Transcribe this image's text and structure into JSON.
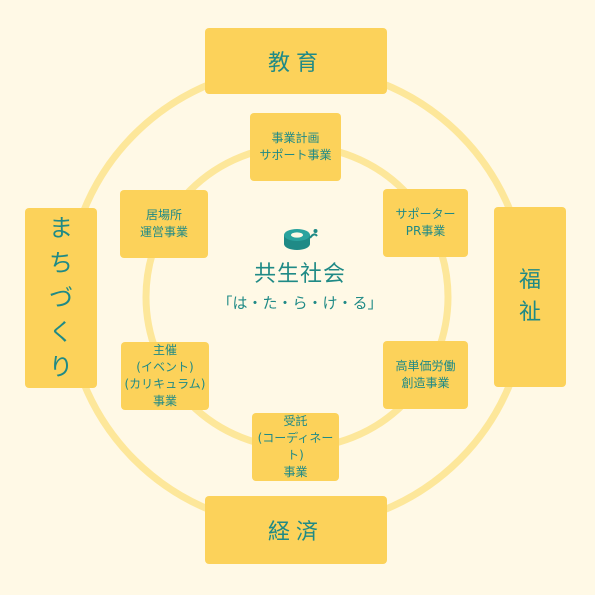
{
  "colors": {
    "background": "#fff9e6",
    "ring": "#fde79a",
    "box": "#fcd25a",
    "text": "#1f8a86"
  },
  "center": {
    "logo_icon": "yarn-spool-icon",
    "title": "共生社会",
    "subtitle": "「は・た・ら・け・る」"
  },
  "outer": {
    "top": "教育",
    "right": [
      "福",
      "祉"
    ],
    "bottom": "経済",
    "left": [
      "ま",
      "ち",
      "づ",
      "く",
      "り"
    ]
  },
  "inner": {
    "top": "事業計画\nサポート事業",
    "top_right": "サポーター\nPR事業",
    "bottom_right": "高単価労働\n創造事業",
    "bottom": "受託\n(コーディネート)\n事業",
    "bottom_left": "主催\n(イベント)\n(カリキュラム)\n事業",
    "top_left": "居場所\n運営事業"
  }
}
